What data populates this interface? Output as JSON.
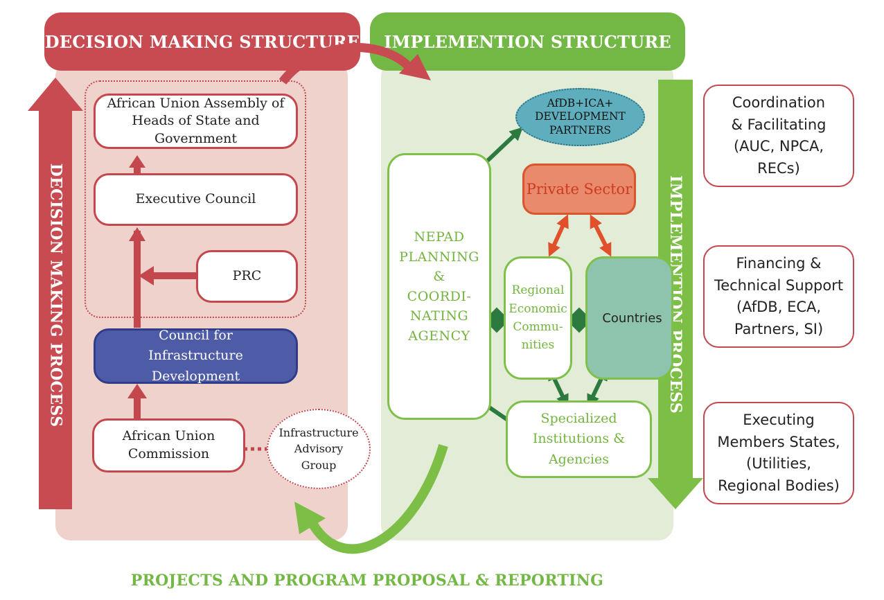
{
  "headers": {
    "decision": "DECISION MAKING STRUCTURE",
    "implementation": "IMPLEMENTION STRUCTURE"
  },
  "side_labels": {
    "decision_process": "DECISION MAKING PROCESS",
    "implementation_process": "IMPLEMENTION PROCESS"
  },
  "decision_boxes": {
    "assembly": "African Union Assembly of Heads of State and Government",
    "executive_council": "Executive Council",
    "prc": "PRC",
    "council_infrastructure": "Council for Infrastructure Development",
    "au_commission": "African Union Commission",
    "advisory_group": "Infrastructure Advisory Group"
  },
  "implementation_boxes": {
    "partners": "AfDB+ICA+ DEVELOPMENT PARTNERS",
    "nepad": "NEPAD PLANNING & COORDI- NATING AGENCY",
    "private_sector": "Private Sector",
    "regional_communities": "Regional Economic Commu- nities",
    "countries": "Countries",
    "specialized": "Specialized Institutions & Agencies"
  },
  "roles": [
    "Coordination\n& Facilitating\n(AUC, NPCA,\nRECs)",
    "Financing &\nTechnical Support\n(AfDB, ECA,\nPartners, SI)",
    "Executing\nMembers States,\n(Utilities,\nRegional Bodies)"
  ],
  "footer": "PROJECTS AND PROGRAM PROPOSAL & REPORTING",
  "colors": {
    "decision_red": "#c74b51",
    "implementation_green": "#73b844",
    "council_navy": "#4e5ca7",
    "private_sector_orange": "#e98a6c",
    "countries_teal": "#8ec4ad",
    "partners_blue": "#5faebd",
    "link_dark_green": "#2c7a3f"
  }
}
